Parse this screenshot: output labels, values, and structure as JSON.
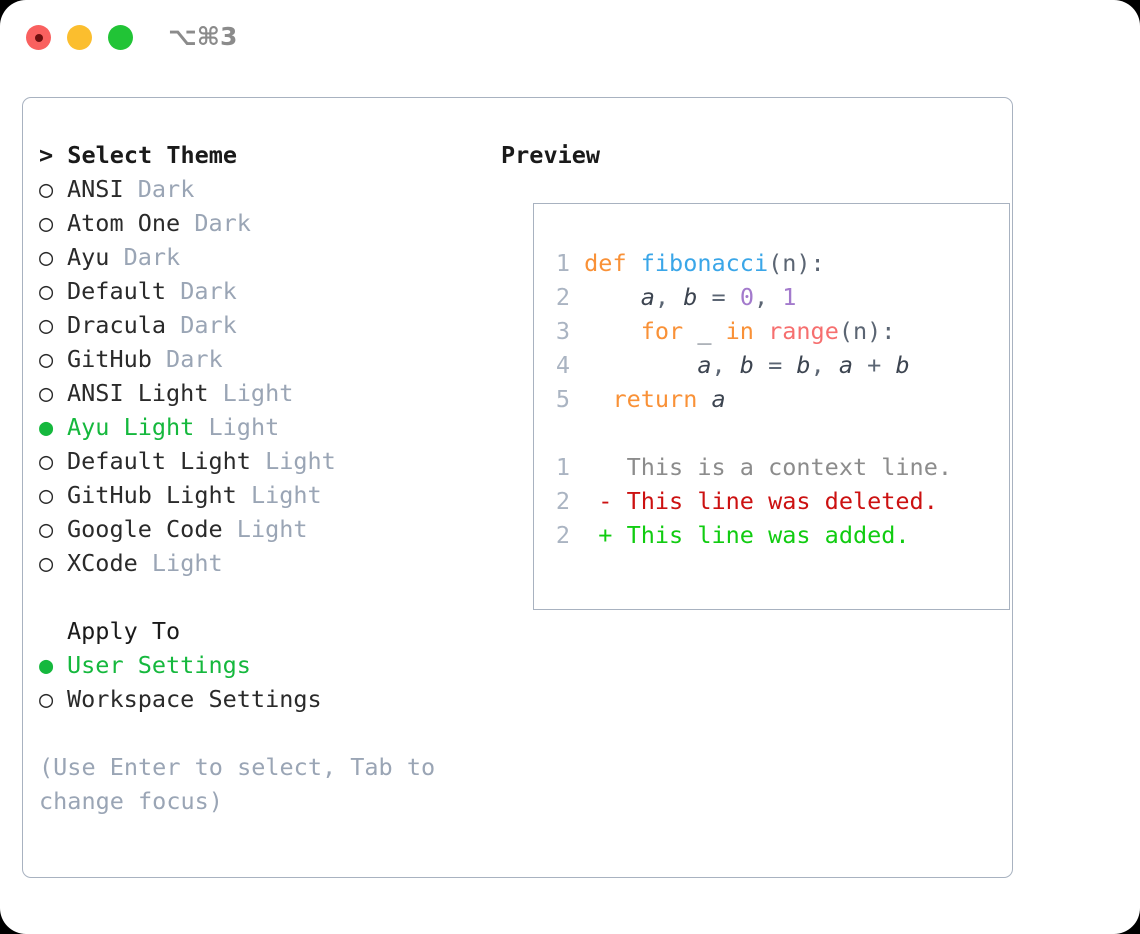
{
  "titlebar": {
    "shortcut": "⌥⌘3",
    "buttons": [
      {
        "name": "close",
        "color": "#f9605f"
      },
      {
        "name": "minimize",
        "color": "#fbbe2e"
      },
      {
        "name": "zoom",
        "color": "#21c436"
      }
    ]
  },
  "theme_section": {
    "header": "> Select Theme",
    "options": [
      {
        "marker": "○",
        "label": "ANSI",
        "suffix": "Dark",
        "selected": false
      },
      {
        "marker": "○",
        "label": "Atom One",
        "suffix": "Dark",
        "selected": false
      },
      {
        "marker": "○",
        "label": "Ayu",
        "suffix": "Dark",
        "selected": false
      },
      {
        "marker": "○",
        "label": "Default",
        "suffix": "Dark",
        "selected": false
      },
      {
        "marker": "○",
        "label": "Dracula",
        "suffix": "Dark",
        "selected": false
      },
      {
        "marker": "○",
        "label": "GitHub",
        "suffix": "Dark",
        "selected": false
      },
      {
        "marker": "○",
        "label": "ANSI Light",
        "suffix": "Light",
        "selected": false
      },
      {
        "marker": "●",
        "label": "Ayu Light",
        "suffix": "Light",
        "selected": true
      },
      {
        "marker": "○",
        "label": "Default Light",
        "suffix": "Light",
        "selected": false
      },
      {
        "marker": "○",
        "label": "GitHub Light",
        "suffix": "Light",
        "selected": false
      },
      {
        "marker": "○",
        "label": "Google Code",
        "suffix": "Light",
        "selected": false
      },
      {
        "marker": "○",
        "label": "XCode",
        "suffix": "Light",
        "selected": false
      }
    ]
  },
  "apply_section": {
    "header": "Apply To",
    "options": [
      {
        "marker": "●",
        "label": "User Settings",
        "selected": true
      },
      {
        "marker": "○",
        "label": "Workspace Settings",
        "selected": false
      }
    ]
  },
  "hint": "(Use Enter to select, Tab to change focus)",
  "preview": {
    "header": "Preview",
    "code_lines": [
      {
        "num": "1",
        "indent": "",
        "tokens": [
          {
            "text": "def",
            "type": "kw"
          },
          {
            "text": " ",
            "type": "plain"
          },
          {
            "text": "fibonacci",
            "type": "fn"
          },
          {
            "text": "(n):",
            "type": "punc"
          }
        ]
      },
      {
        "num": "2",
        "indent": "    ",
        "tokens": [
          {
            "text": "a",
            "type": "plain"
          },
          {
            "text": ", ",
            "type": "punc"
          },
          {
            "text": "b",
            "type": "plain"
          },
          {
            "text": " = ",
            "type": "punc"
          },
          {
            "text": "0",
            "type": "num"
          },
          {
            "text": ", ",
            "type": "punc"
          },
          {
            "text": "1",
            "type": "num"
          }
        ]
      },
      {
        "num": "3",
        "indent": "    ",
        "tokens": [
          {
            "text": "for",
            "type": "kw"
          },
          {
            "text": " _ ",
            "type": "punc"
          },
          {
            "text": "in",
            "type": "kw"
          },
          {
            "text": " ",
            "type": "plain"
          },
          {
            "text": "range",
            "type": "builtin"
          },
          {
            "text": "(n):",
            "type": "punc"
          }
        ]
      },
      {
        "num": "4",
        "indent": "        ",
        "tokens": [
          {
            "text": "a",
            "type": "plain"
          },
          {
            "text": ", ",
            "type": "punc"
          },
          {
            "text": "b",
            "type": "plain"
          },
          {
            "text": " = ",
            "type": "punc"
          },
          {
            "text": "b",
            "type": "plain"
          },
          {
            "text": ", ",
            "type": "punc"
          },
          {
            "text": "a",
            "type": "plain"
          },
          {
            "text": " + ",
            "type": "punc"
          },
          {
            "text": "b",
            "type": "plain"
          }
        ]
      },
      {
        "num": "5",
        "indent": "  ",
        "tokens": [
          {
            "text": "return",
            "type": "kw"
          },
          {
            "text": " ",
            "type": "plain"
          },
          {
            "text": "a",
            "type": "plain"
          }
        ]
      }
    ],
    "diff_lines": [
      {
        "num": "1",
        "sign": "  ",
        "text": "This is a context line.",
        "type": "ctx"
      },
      {
        "num": "2",
        "sign": "- ",
        "text": "This line was deleted.",
        "type": "del"
      },
      {
        "num": "2",
        "sign": "+ ",
        "text": "This line was added.",
        "type": "add"
      }
    ]
  },
  "colors": {
    "accent_green": "#15b83d",
    "muted": "#9aa5b5",
    "border": "#a8b2c0",
    "keyword": "#f99137",
    "function": "#3aa6e8",
    "number": "#a37acc",
    "builtin": "#f66f6f",
    "diff_deleted": "#cc1111",
    "diff_added": "#11cc11"
  }
}
